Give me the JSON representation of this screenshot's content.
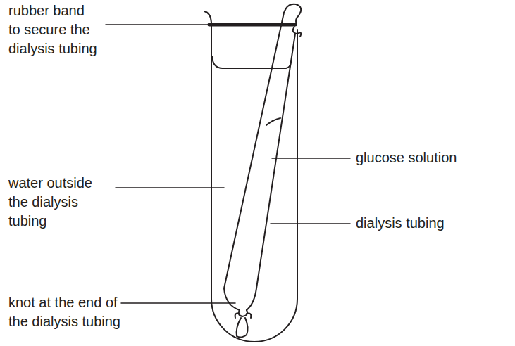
{
  "diagram": {
    "labels": [
      "rubber band to secure the dialysis tubing",
      "glucose solution",
      "water outside the dialysis tubing",
      "dialysis tubing",
      "knot at the end of the dialysis tubing"
    ]
  }
}
